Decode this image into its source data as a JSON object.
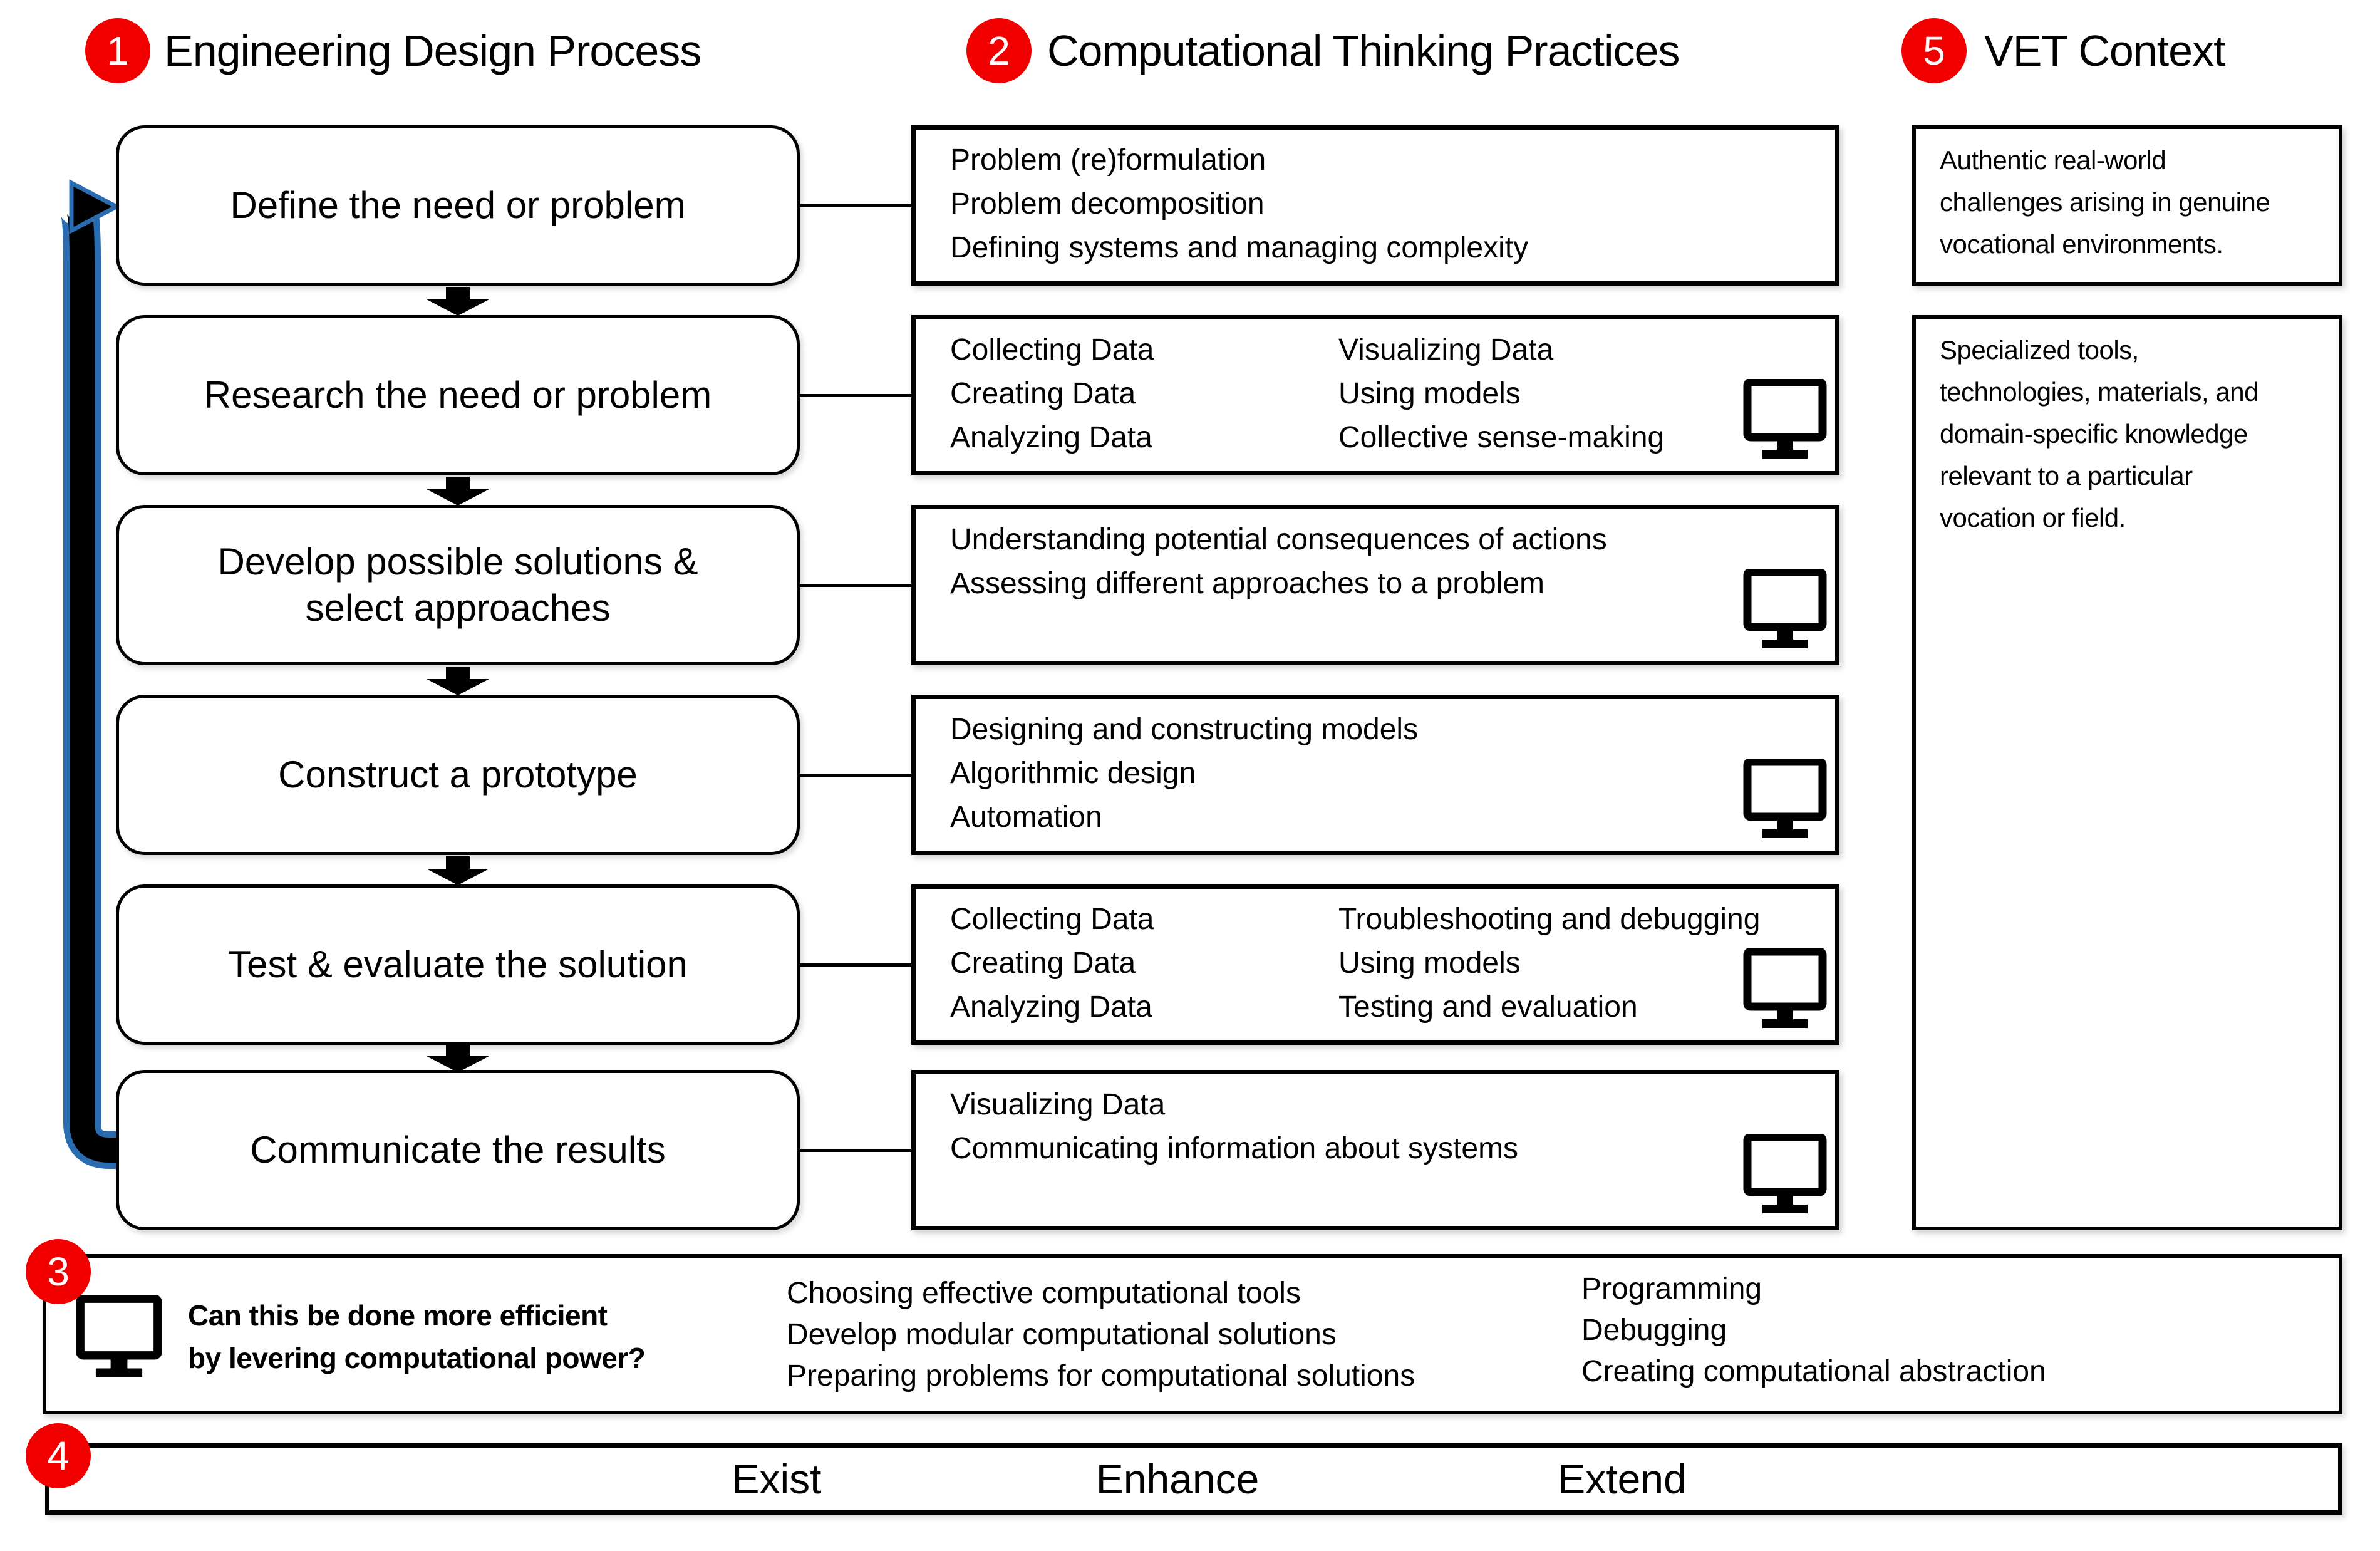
{
  "badges": {
    "edp": "1",
    "ctp": "2",
    "tools": "3",
    "levels": "4",
    "vet": "5"
  },
  "edp": {
    "title": "Engineering Design Process",
    "steps": [
      "Define the need or problem",
      "Research the need or problem",
      "Develop possible solutions & select approaches",
      "Construct a prototype",
      "Test & evaluate the solution",
      "Communicate the results"
    ]
  },
  "ctp": {
    "title": "Computational Thinking Practices",
    "boxes": [
      {
        "lines": [
          "Problem (re)formulation",
          "Problem decomposition",
          "Defining systems and managing complexity"
        ]
      },
      {
        "col1": [
          "Collecting Data",
          "Creating Data",
          "Analyzing Data"
        ],
        "col2": [
          "Visualizing Data",
          "Using models",
          "Collective sense-making"
        ]
      },
      {
        "lines": [
          "Understanding potential consequences of actions",
          "Assessing different approaches to a problem"
        ]
      },
      {
        "lines": [
          "Designing and constructing models",
          "Algorithmic design",
          "Automation"
        ]
      },
      {
        "col1": [
          "Collecting Data",
          "Creating Data",
          "Analyzing Data"
        ],
        "col2": [
          "Troubleshooting and debugging",
          "Using models",
          "Testing and evaluation"
        ]
      },
      {
        "lines": [
          "Visualizing Data",
          "Communicating information about systems"
        ]
      }
    ]
  },
  "vet": {
    "title": "VET Context",
    "box1": {
      "lines": [
        "Authentic real-world",
        "challenges arising in genuine",
        "vocational environments."
      ]
    },
    "box2": {
      "lines": [
        "Specialized tools,",
        "technologies, materials, and",
        "domain-specific knowledge",
        "relevant to a particular",
        "vocation or field."
      ]
    }
  },
  "tools": {
    "question": [
      "Can this be done more efficient",
      "by levering computational power?"
    ],
    "list_a": [
      "Choosing effective computational tools",
      "Develop modular computational solutions",
      "Preparing problems for computational solutions"
    ],
    "list_b": [
      "Programming",
      "Debugging",
      "Creating computational abstraction"
    ]
  },
  "levels": {
    "labels": [
      "Exist",
      "Enhance",
      "Extend"
    ]
  },
  "icons": {
    "monitor": "computer-monitor",
    "flow_arrow": "down-block-arrow",
    "loop_arrow": "loop-back-arrow"
  },
  "colors": {
    "badge_red": "#f20000",
    "arrow_blue": "#2a6cb0",
    "line_black": "#000000"
  }
}
